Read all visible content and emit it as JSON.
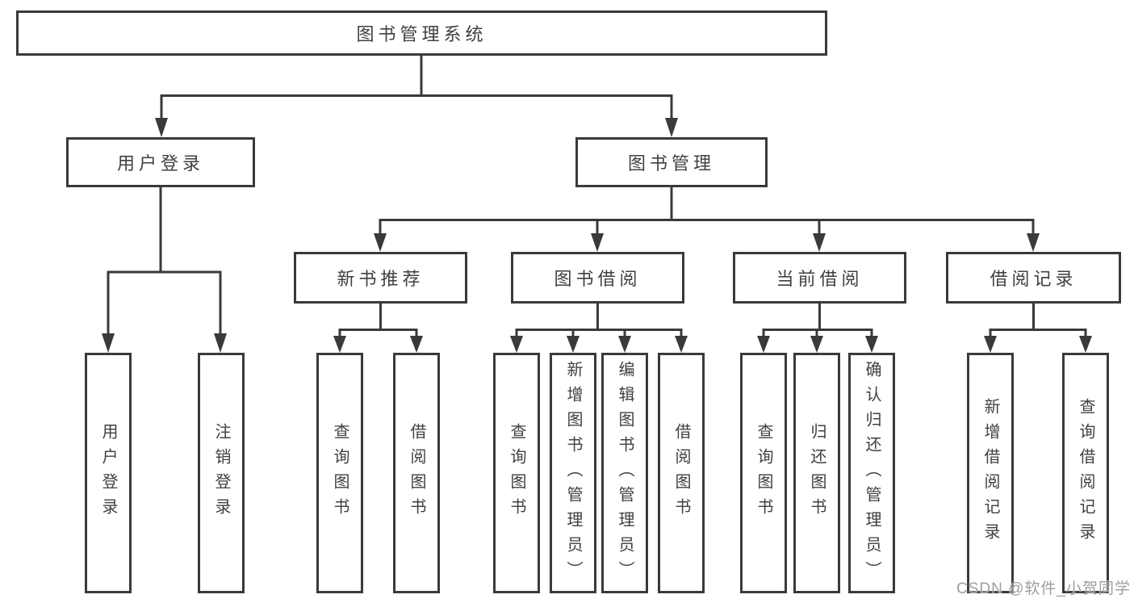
{
  "nodes": {
    "root": "图书管理系统",
    "branches": {
      "user_login": "用户登录",
      "book_mgmt": "图书管理"
    },
    "modules": {
      "new_book": "新书推荐",
      "borrow": "图书借阅",
      "current": "当前借阅",
      "records": "借阅记录"
    },
    "features": {
      "user_login": [
        "用户登录",
        "注销登录"
      ],
      "new_book": [
        "查询图书",
        "借阅图书"
      ],
      "borrow": [
        "查询图书",
        "新增图书（管理员）",
        "编辑图书（管理员）",
        "借阅图书"
      ],
      "current": [
        "查询图书",
        "归还图书",
        "确认归还（管理员）"
      ],
      "records": [
        "新增借阅记录",
        "查询借阅记录"
      ]
    }
  },
  "watermark": "CSDN @软件_小贺同学",
  "colors": {
    "line": "#3a3a3a",
    "text": "#404040",
    "watermark": "#9e9e9e",
    "background": "#ffffff"
  }
}
